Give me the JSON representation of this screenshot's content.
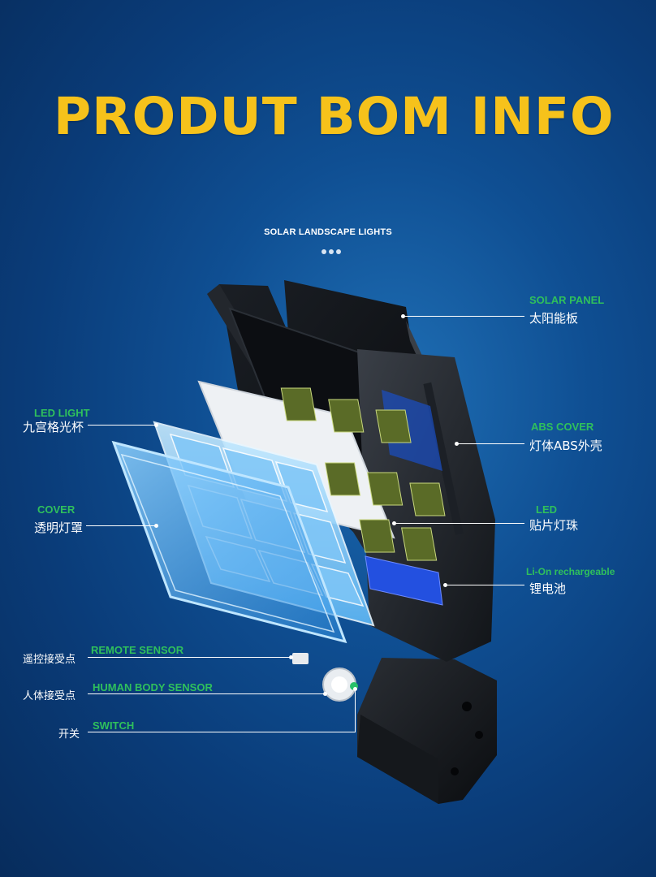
{
  "title": "PRODUT BOM INFO",
  "subtitle": "SOLAR LANDSCAPE LIGHTS",
  "labels": {
    "solar_panel": {
      "en": "SOLAR PANEL",
      "cn": "太阳能板"
    },
    "abs_cover": {
      "en": "ABS COVER",
      "cn": "灯体ABS外壳"
    },
    "led": {
      "en": "LED",
      "cn": "贴片灯珠"
    },
    "battery": {
      "en": "Li-On rechargeable",
      "cn": "锂电池"
    },
    "led_light": {
      "en": "LED LIGHT",
      "cn": "九宫格光杯"
    },
    "cover": {
      "en": "COVER",
      "cn": "透明灯罩"
    },
    "remote_sensor": {
      "en": "REMOTE SENSOR",
      "cn": "遥控接受点"
    },
    "human_sensor": {
      "en": "HUMAN BODY SENSOR",
      "cn": "人体接受点"
    },
    "switch": {
      "en": "SWITCH",
      "cn": "开关"
    }
  },
  "colors": {
    "title": "#f6c21b",
    "label_en": "#2fc05c",
    "label_cn": "#ffffff",
    "background": "#0f4f93"
  }
}
